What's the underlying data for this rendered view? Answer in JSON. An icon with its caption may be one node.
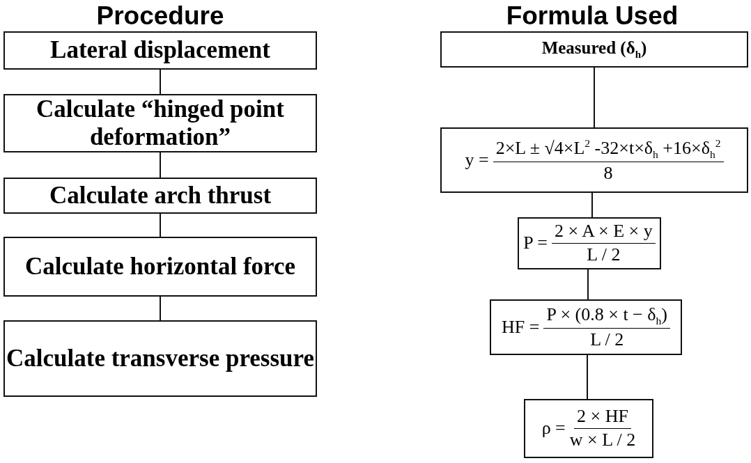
{
  "diagram": {
    "nodes": [
      {
        "text": [
          "Lateral displacement"
        ]
      },
      {
        "text": [
          "Calculate “hinged point deformation”"
        ]
      },
      {
        "text": [
          "Calculate arch thrust"
        ]
      },
      {
        "text": [
          "Calculate horizontal force"
        ]
      },
      {
        "text": [
          "Calculate transverse pressure"
        ]
      },
      {
        "text": [
          "Measured (δ$_{h}$)"
        ]
      },
      {
        "text": [
          "y =",
          "2×L ± √4×L$^{2}$ -32×t×δ$_{h}$ +16×δ$_{h}$$^{2}$",
          "8"
        ]
      },
      {
        "text": [
          "P =",
          "2 × A × E × y",
          "L / 2"
        ]
      },
      {
        "text": [
          "HF =",
          "P × (0.8 × t − δ$_{h}$)",
          "L / 2"
        ]
      },
      {
        "text": [
          "ρ =",
          "2 × HF",
          "w × L / 2"
        ]
      }
    ],
    "edges": [
      {
        "from": 0,
        "to": 1,
        "arrow": "none"
      },
      {
        "from": 1,
        "to": 2,
        "arrow": "none"
      },
      {
        "from": 2,
        "to": 3,
        "arrow": "none"
      },
      {
        "from": 3,
        "to": 4,
        "arrow": "none"
      },
      {
        "from": 5,
        "to": 6,
        "arrow": "none"
      },
      {
        "from": 6,
        "to": 7,
        "arrow": "none"
      },
      {
        "from": 7,
        "to": 8,
        "arrow": "none"
      },
      {
        "from": 8,
        "to": 9,
        "arrow": "none"
      }
    ],
    "labels": [
      "Procedure",
      "Formula Used"
    ]
  }
}
